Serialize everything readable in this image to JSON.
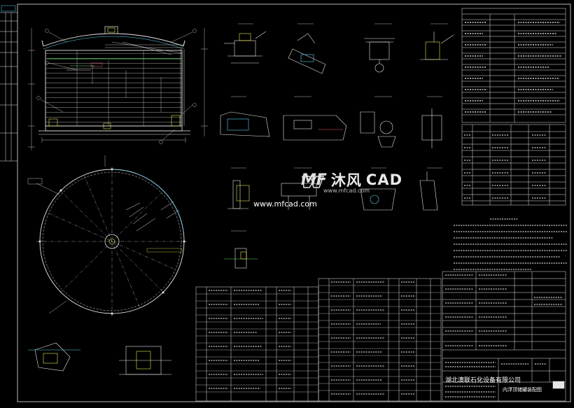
{
  "watermark": {
    "logo_text": "MF",
    "brand_cn": "沐风",
    "brand_en": "CAD",
    "url_small": "www.mfcad.com",
    "url_main": "www.mfcad.com"
  },
  "title_block": {
    "company": "湖北澳联石化设备有限公司",
    "drawing_title": "内浮顶储罐装配图"
  },
  "colors": {
    "line_white": "#e6e6e6",
    "line_cyan": "#5fd7ff",
    "line_yellow": "#f2e64d",
    "line_green": "#5be36b",
    "line_red": "#ff5a5a",
    "line_magenta": "#e070ff",
    "background": "#000000"
  }
}
